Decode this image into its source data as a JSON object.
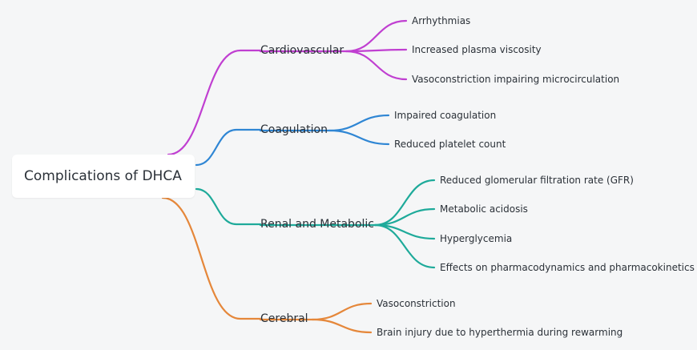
{
  "root": {
    "label": "Complications of DHCA"
  },
  "branches": [
    {
      "label": "Cardiovascular",
      "color": "#c03fd1",
      "children": [
        "Arrhythmias",
        "Increased plasma viscosity",
        "Vasoconstriction impairing microcirculation"
      ]
    },
    {
      "label": "Coagulation",
      "color": "#2f86d4",
      "children": [
        "Impaired coagulation",
        "Reduced platelet count"
      ]
    },
    {
      "label": "Renal and Metabolic",
      "color": "#1eaa9a",
      "children": [
        "Reduced glomerular filtration rate (GFR)",
        "Metabolic acidosis",
        "Hyperglycemia",
        "Effects on pharmacodynamics and pharmacokinetics"
      ]
    },
    {
      "label": "Cerebral",
      "color": "#e5873a",
      "children": [
        "Vasoconstriction",
        "Brain injury due to hyperthermia during rewarming"
      ]
    }
  ]
}
